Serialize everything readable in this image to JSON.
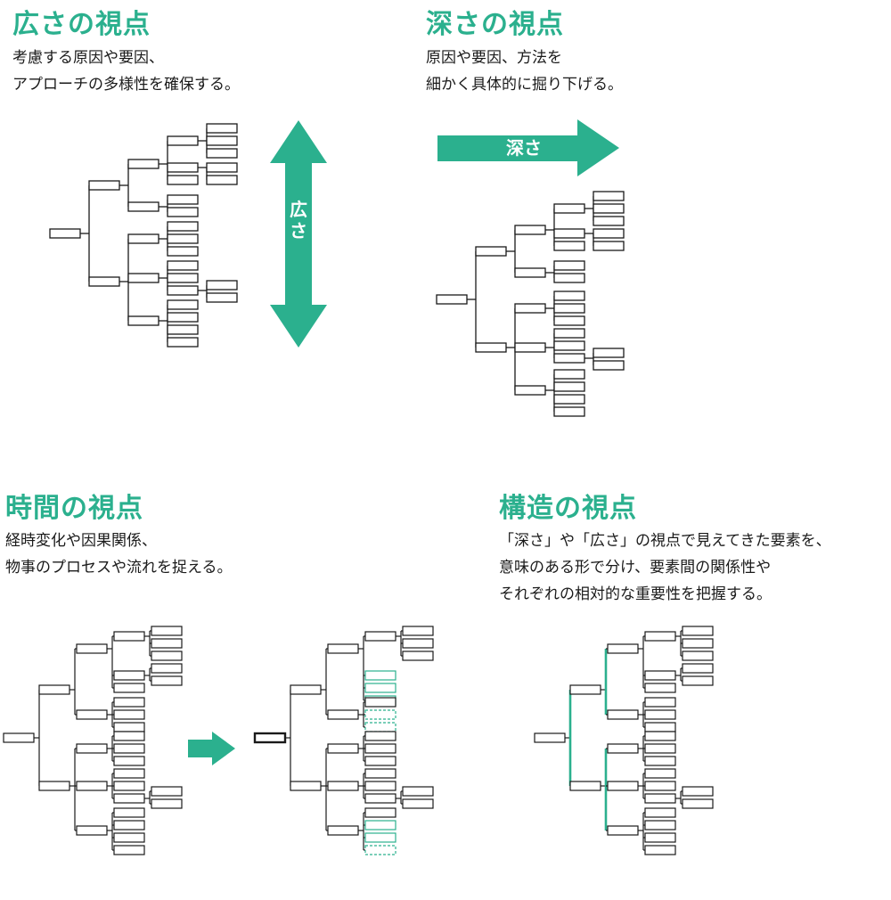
{
  "accent_color": "#2bb08e",
  "panels": {
    "breadth": {
      "title": "広さの視点",
      "lines": [
        "考慮する原因や要因、",
        "アプローチの多様性を確保する。"
      ],
      "arrow_label": "広さ",
      "arrow_icon": "double-vertical-arrow-icon"
    },
    "depth": {
      "title": "深さの視点",
      "lines": [
        "原因や要因、方法を",
        "細かく具体的に掘り下げる。"
      ],
      "arrow_label": "深さ",
      "arrow_icon": "right-arrow-icon"
    },
    "time": {
      "title": "時間の視点",
      "lines": [
        "経時変化や因果関係、",
        "物事のプロセスや流れを捉える。"
      ],
      "arrow_icon": "right-arrow-icon"
    },
    "structure": {
      "title": "構造の視点",
      "lines": [
        "「深さ」や「広さ」の視点で見えてきた要素を、",
        "意味のある形で分け、要素間の関係性や",
        "それぞれの相対的な重要性を把握する。"
      ]
    }
  }
}
